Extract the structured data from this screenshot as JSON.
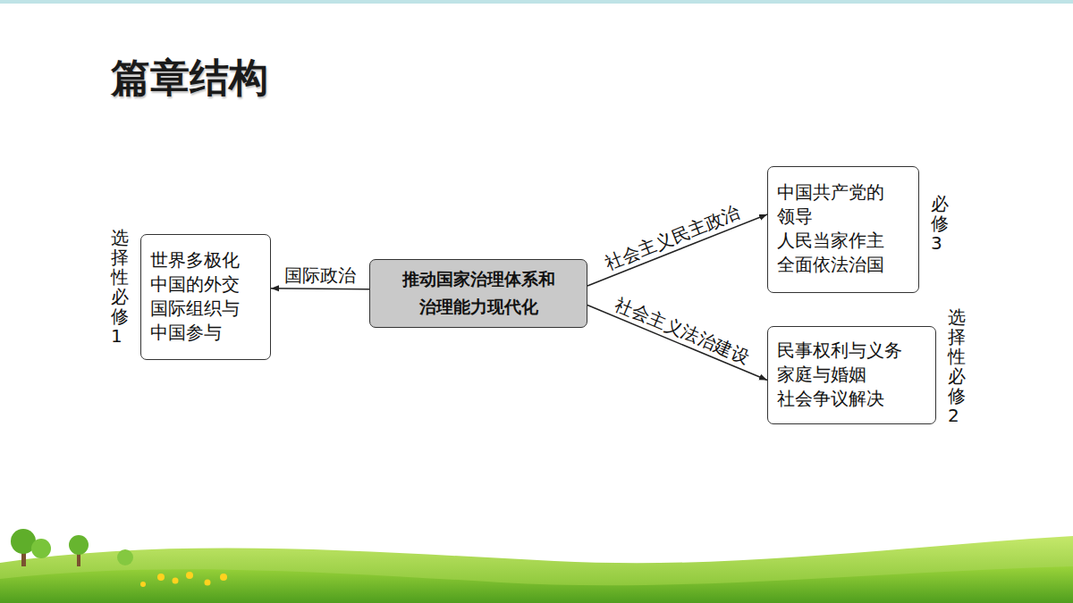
{
  "diagram": {
    "title": "篇章结构",
    "nodes": [
      {
        "text": [
          "推动国家治理体系和 治理能力现代化"
        ]
      },
      {
        "text": [
          "世界多极化 中国的外交 国际组织与 中国参与",
          "选择性必修1"
        ]
      },
      {
        "text": [
          "中国共产党的 领导 人民当家作主 全面依法治国",
          "必修3"
        ]
      },
      {
        "text": [
          "民事权利与义务 家庭与婚姻 社会争议解决",
          "选择性必修2"
        ]
      }
    ],
    "edges": [
      {
        "from": 0,
        "to": 1,
        "arrow": "to",
        "label": "国际政治"
      },
      {
        "from": 0,
        "to": 2,
        "arrow": "to",
        "label": "社会主义民主政治"
      },
      {
        "from": 0,
        "to": 3,
        "arrow": "to",
        "label": "社会主义法治建设"
      }
    ]
  }
}
